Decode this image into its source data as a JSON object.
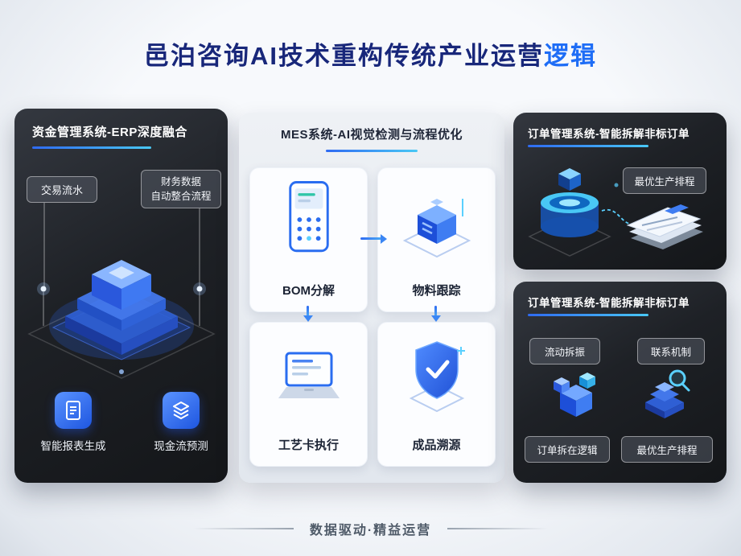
{
  "title": {
    "main": "邑泊咨询AI技术重构传统产业运营",
    "highlight": "逻辑"
  },
  "finance_panel": {
    "title": "资金管理系统-ERP深度融合",
    "tag_transactions": "交易流水",
    "tag_finance_line1": "财务数据",
    "tag_finance_line2": "自动整合流程",
    "label_report": "智能报表生成",
    "label_cashflow": "现金流预测"
  },
  "mes_panel": {
    "title": "MES系统-AI视觉检测与流程优化",
    "cards": [
      {
        "icon": "phone-icon",
        "label": "BOM分解"
      },
      {
        "icon": "material-cube-icon",
        "label": "物料跟踪"
      },
      {
        "icon": "laptop-icon",
        "label": "工艺卡执行"
      },
      {
        "icon": "shield-icon",
        "label": "成品溯源"
      }
    ]
  },
  "order_top_panel": {
    "title": "订单管理系统-智能拆解非标订单",
    "tag_schedule": "最优生产排程"
  },
  "order_bottom_panel": {
    "title": "订单管理系统-智能拆解非标订单",
    "tag_flow_split": "流动拆振",
    "tag_link": "联系机制",
    "tag_order_logic": "订单拆在逻辑",
    "tag_schedule": "最优生产排程"
  },
  "footer": {
    "text": "数据驱动·精益运营"
  },
  "colors": {
    "accent_blue": "#2f6bf2",
    "highlight_blue": "#1e6df6",
    "cyan": "#49c8f5",
    "panel_dark": "#1d2025",
    "title_navy": "#18277a"
  }
}
